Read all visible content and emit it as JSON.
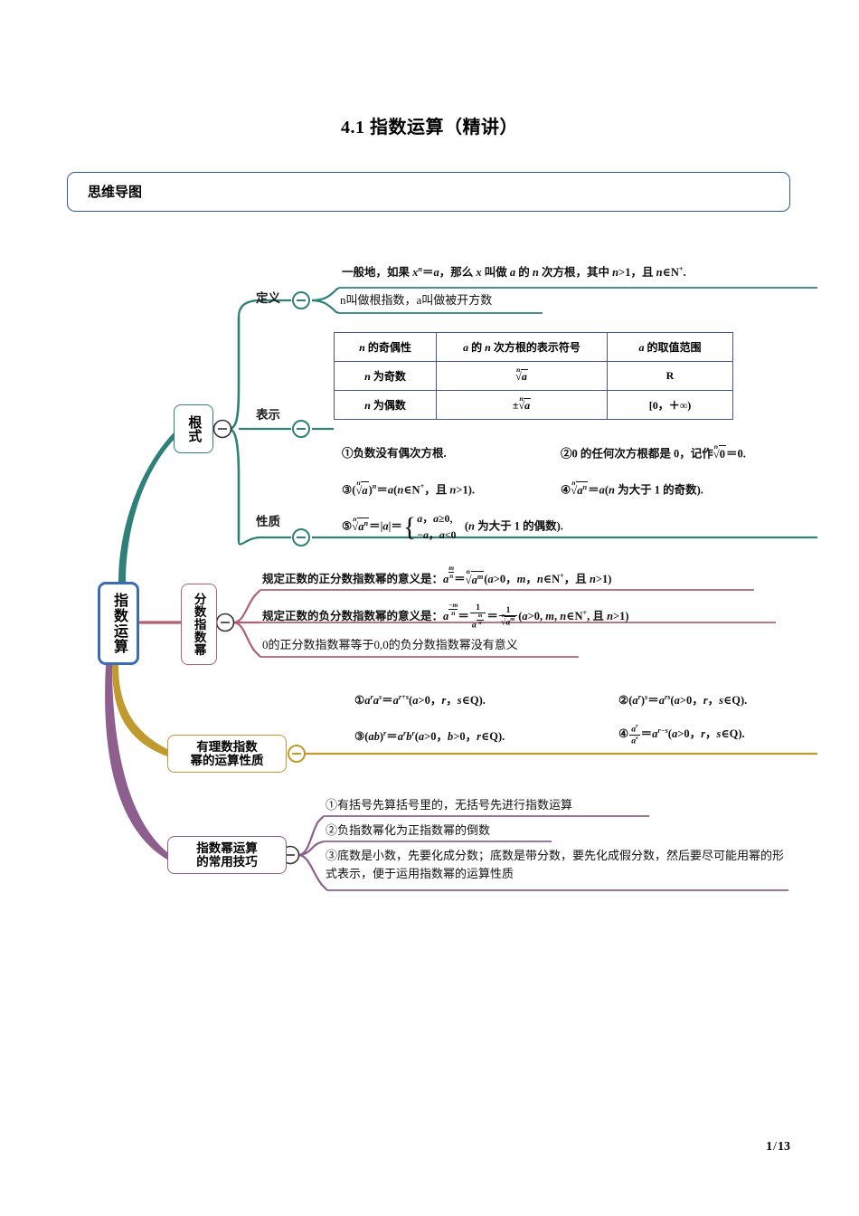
{
  "document": {
    "title": "4.1 指数运算（精讲）",
    "section_label": "思维导图",
    "page_current": "1",
    "page_sep": "/",
    "page_total": "13"
  },
  "colors": {
    "title_box_border": "#2e5c9a",
    "root_border": "#3b6cb5",
    "branch_radical": "#2f8078",
    "branch_fraction": "#b06070",
    "branch_rational": "#c09a2e",
    "branch_technique": "#8e5f8e",
    "table_border": "#46568c"
  },
  "mindmap": {
    "root": {
      "label": "指数运算"
    },
    "branches": [
      {
        "id": "radical",
        "label": "根式",
        "color": "#2f8078",
        "children": [
          {
            "label": "定义",
            "lines": [
              "一般地，如果 xⁿ＝a，那么 x 叫做 a 的 n 次方根，其中 n>1，且 n∈N⁺.",
              "n叫做根指数，a叫做被开方数"
            ]
          },
          {
            "label": "表示",
            "table": {
              "headers": [
                "n 的奇偶性",
                "a 的 n 次方根的表示符号",
                "a 的取值范围"
              ],
              "rows": [
                [
                  "n 为奇数",
                  "ⁿ√a",
                  "R"
                ],
                [
                  "n 为偶数",
                  "±ⁿ√a",
                  "[0，＋∞)"
                ]
              ]
            }
          },
          {
            "label": "性质",
            "items": [
              "①负数没有偶次方根.",
              "②0 的任何次方根都是 0，记作 ⁿ√0＝0.",
              "③(ⁿ√a)ⁿ＝a(n∈N⁺，且 n>1).",
              "④ⁿ√aⁿ＝a(n 为大于 1 的奇数).",
              "⑤ⁿ√aⁿ＝|a|＝{ a, a≥0; −a, a<0  (n 为大于 1 的偶数)."
            ]
          }
        ]
      },
      {
        "id": "fraction",
        "label": "分数指数幂",
        "color": "#b06070",
        "lines": [
          "规定正数的正分数指数幂的意义是：a^(m/n)＝ⁿ√(aᵐ)(a>0，m，n∈N⁺，且 n>1)",
          "规定正数的负分数指数幂的意义是：a^(−m/n)＝1/a^(m/n)＝1/ⁿ√(aᵐ)(a>0, m, n∈N⁺, 且 n>1)",
          "0的正分数指数幂等于0,0的负分数指数幂没有意义"
        ]
      },
      {
        "id": "rational",
        "label": "有理数指数幂的运算性质",
        "color": "#c09a2e",
        "items": [
          "①aʳaˢ＝aʳ⁺ˢ(a>0，r，s∈Q).",
          "②(aʳ)ˢ＝aʳˢ(a>0，r，s∈Q).",
          "③(ab)ʳ＝aʳbʳ(a>0，b>0，r∈Q).",
          "④aʳ/aˢ＝aʳ⁻ˢ(a>0，r，s∈Q)."
        ]
      },
      {
        "id": "technique",
        "label": "指数幂运算的常用技巧",
        "color": "#8e5f8e",
        "items": [
          "①有括号先算括号里的，无括号先进行指数运算",
          "②负指数幂化为正指数幂的倒数",
          "③底数是小数，先要化成分数；底数是带分数，要先化成假分数，然后要尽可能用幂的形式表示，便于运用指数幂的运算性质"
        ]
      }
    ]
  }
}
